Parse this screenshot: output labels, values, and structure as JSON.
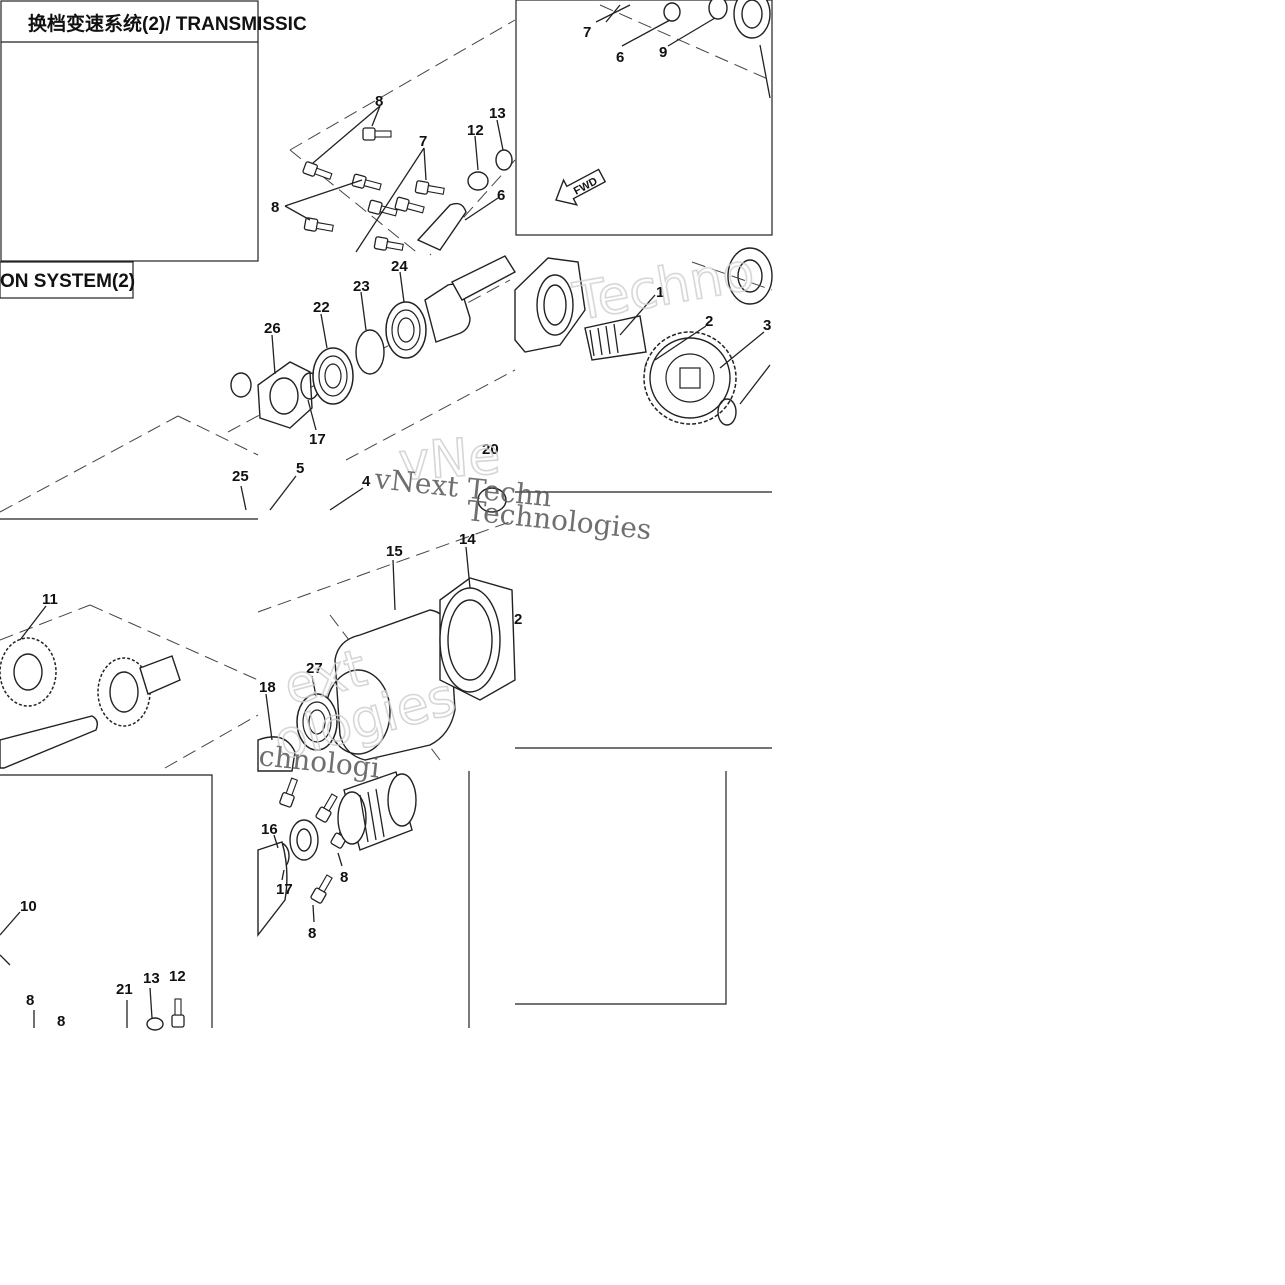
{
  "header": {
    "title_cn": "换档变速系统(2)/ TRANSMISSIC",
    "title_en": "ON SYSTEM(2)"
  },
  "badges": {
    "fwd": "FWD"
  },
  "watermark": {
    "line1": "vNext Techn",
    "line2": "Technologies",
    "line3": "chnologi",
    "outline1": "vNe",
    "outline2": "ext",
    "outline3": "ologies",
    "outline4": "Techno"
  },
  "callouts": {
    "c_8a": "8",
    "c_7a": "7",
    "c_12a": "12",
    "c_13a": "13",
    "c_8b": "8",
    "c_6a": "6",
    "c_7b": "7",
    "c_6b": "6",
    "c_9": "9",
    "c_24": "24",
    "c_23": "23",
    "c_22": "22",
    "c_26": "26",
    "c_17a": "17",
    "c_25": "25",
    "c_5": "5",
    "c_4": "4",
    "c_20": "20",
    "c_1": "1",
    "c_2a": "2",
    "c_3": "3",
    "c_11": "11",
    "c_15": "15",
    "c_14": "14",
    "c_2b": "2",
    "c_27": "27",
    "c_18": "18",
    "c_10": "10",
    "c_8c": "8",
    "c_8d": "8",
    "c_21": "21",
    "c_13b": "13",
    "c_12b": "12",
    "c_16": "16",
    "c_17b": "17",
    "c_8e": "8",
    "c_8f": "8"
  }
}
